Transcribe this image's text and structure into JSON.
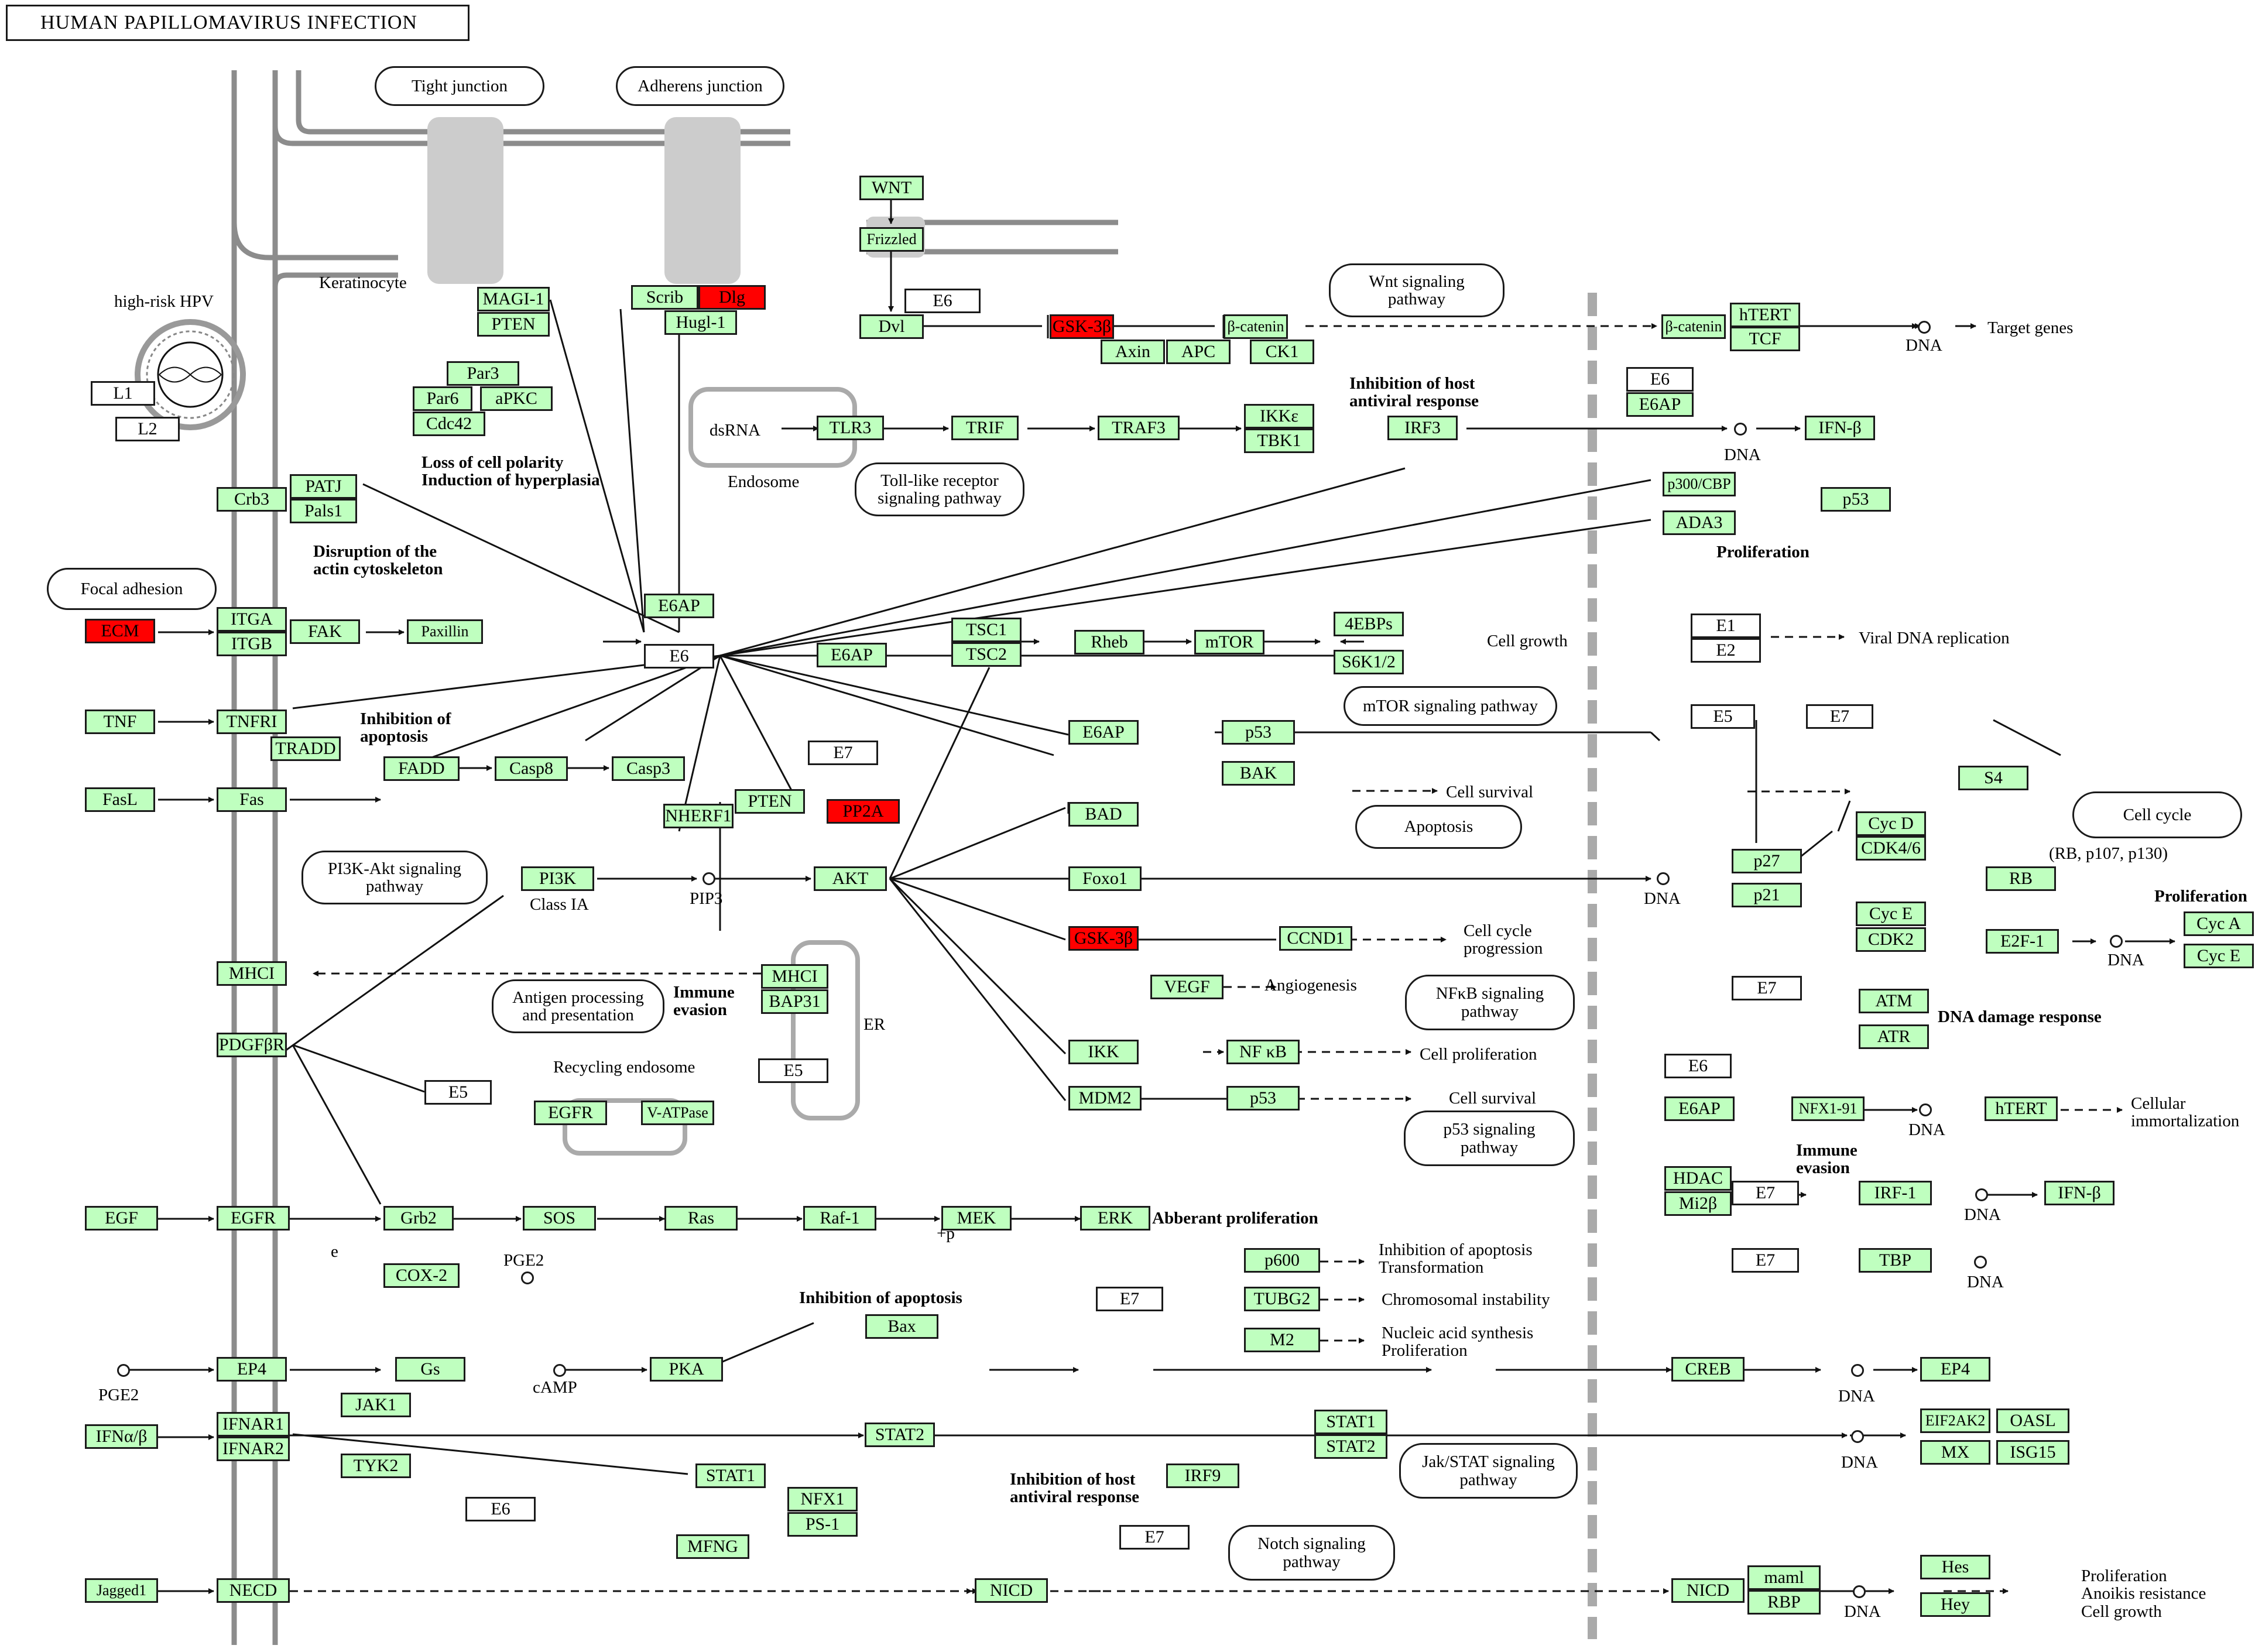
{
  "title": "HUMAN PAPILLOMAVIRUS INFECTION",
  "nodes": [
    {
      "id": "WNT",
      "label": "WNT",
      "color": "green"
    },
    {
      "id": "Frizzled",
      "label": "Frizzled",
      "color": "green"
    },
    {
      "id": "MAGI1",
      "label": "MAGI-1",
      "color": "green"
    },
    {
      "id": "PTEN1",
      "label": "PTEN",
      "color": "green"
    },
    {
      "id": "Scrib",
      "label": "Scrib",
      "color": "green"
    },
    {
      "id": "Dlg",
      "label": "Dlg",
      "color": "red"
    },
    {
      "id": "Hugl1",
      "label": "Hugl-1",
      "color": "green"
    },
    {
      "id": "Dvl",
      "label": "Dvl",
      "color": "green"
    },
    {
      "id": "E6a",
      "label": "E6",
      "color": "white"
    },
    {
      "id": "GSK3b1",
      "label": "GSK-3β",
      "color": "red"
    },
    {
      "id": "Axin",
      "label": "Axin",
      "color": "green"
    },
    {
      "id": "APC",
      "label": "APC",
      "color": "green"
    },
    {
      "id": "bcat1",
      "label": "β-catenin",
      "color": "green"
    },
    {
      "id": "CK1",
      "label": "CK1",
      "color": "green"
    },
    {
      "id": "bcat2",
      "label": "β-catenin",
      "color": "green"
    },
    {
      "id": "hTERT1",
      "label": "hTERT",
      "color": "green"
    },
    {
      "id": "TCF",
      "label": "TCF",
      "color": "green"
    },
    {
      "id": "E6b",
      "label": "E6",
      "color": "white"
    },
    {
      "id": "E6AP1",
      "label": "E6AP",
      "color": "green"
    },
    {
      "id": "Par3",
      "label": "Par3",
      "color": "green"
    },
    {
      "id": "Par6",
      "label": "Par6",
      "color": "green"
    },
    {
      "id": "aPKC",
      "label": "aPKC",
      "color": "green"
    },
    {
      "id": "Cdc42",
      "label": "Cdc42",
      "color": "green"
    },
    {
      "id": "L1",
      "label": "L1",
      "color": "white"
    },
    {
      "id": "L2",
      "label": "L2",
      "color": "white"
    },
    {
      "id": "TLR3",
      "label": "TLR3",
      "color": "green"
    },
    {
      "id": "TRIF",
      "label": "TRIF",
      "color": "green"
    },
    {
      "id": "TRAF3",
      "label": "TRAF3",
      "color": "green"
    },
    {
      "id": "IKKe",
      "label": "IKKε",
      "color": "green"
    },
    {
      "id": "TBK1",
      "label": "TBK1",
      "color": "green"
    },
    {
      "id": "IRF3",
      "label": "IRF3",
      "color": "green"
    },
    {
      "id": "IFNb1",
      "label": "IFN-β",
      "color": "green"
    },
    {
      "id": "Crb3",
      "label": "Crb3",
      "color": "green"
    },
    {
      "id": "PATJ",
      "label": "PATJ",
      "color": "green"
    },
    {
      "id": "Pals1",
      "label": "Pals1",
      "color": "green"
    },
    {
      "id": "p300",
      "label": "p300/CBP",
      "color": "green"
    },
    {
      "id": "ADA3",
      "label": "ADA3",
      "color": "green"
    },
    {
      "id": "p53a",
      "label": "p53",
      "color": "green"
    },
    {
      "id": "E6AP2",
      "label": "E6AP",
      "color": "green"
    },
    {
      "id": "ECM",
      "label": "ECM",
      "color": "red"
    },
    {
      "id": "ITGA",
      "label": "ITGA",
      "color": "green"
    },
    {
      "id": "ITGB",
      "label": "ITGB",
      "color": "green"
    },
    {
      "id": "FAK",
      "label": "FAK",
      "color": "green"
    },
    {
      "id": "Paxillin",
      "label": "Paxillin",
      "color": "green"
    },
    {
      "id": "E6c",
      "label": "E6",
      "color": "white"
    },
    {
      "id": "E6AP3",
      "label": "E6AP",
      "color": "green"
    },
    {
      "id": "TSC1",
      "label": "TSC1",
      "color": "green"
    },
    {
      "id": "TSC2",
      "label": "TSC2",
      "color": "green"
    },
    {
      "id": "Rheb",
      "label": "Rheb",
      "color": "green"
    },
    {
      "id": "mTOR",
      "label": "mTOR",
      "color": "green"
    },
    {
      "id": "4EBPs",
      "label": "4EBPs",
      "color": "green"
    },
    {
      "id": "S6K",
      "label": "S6K1/2",
      "color": "green"
    },
    {
      "id": "E1",
      "label": "E1",
      "color": "white"
    },
    {
      "id": "E2",
      "label": "E2",
      "color": "white"
    },
    {
      "id": "TNF",
      "label": "TNF",
      "color": "green"
    },
    {
      "id": "TNFR1",
      "label": "TNFRI",
      "color": "green"
    },
    {
      "id": "TRADD",
      "label": "TRADD",
      "color": "green"
    },
    {
      "id": "FADD",
      "label": "FADD",
      "color": "green"
    },
    {
      "id": "Casp8",
      "label": "Casp8",
      "color": "green"
    },
    {
      "id": "Casp3",
      "label": "Casp3",
      "color": "green"
    },
    {
      "id": "E6AP4",
      "label": "E6AP",
      "color": "green"
    },
    {
      "id": "p53b",
      "label": "p53",
      "color": "green"
    },
    {
      "id": "BAK",
      "label": "BAK",
      "color": "green"
    },
    {
      "id": "E5a",
      "label": "E5",
      "color": "white"
    },
    {
      "id": "E7a",
      "label": "E7",
      "color": "white"
    },
    {
      "id": "S4",
      "label": "S4",
      "color": "green"
    },
    {
      "id": "FasL",
      "label": "FasL",
      "color": "green"
    },
    {
      "id": "Fas",
      "label": "Fas",
      "color": "green"
    },
    {
      "id": "NHERF1",
      "label": "NHERF1",
      "color": "green"
    },
    {
      "id": "PTEN2",
      "label": "PTEN",
      "color": "green"
    },
    {
      "id": "E7b",
      "label": "E7",
      "color": "white"
    },
    {
      "id": "PP2A",
      "label": "PP2A",
      "color": "red"
    },
    {
      "id": "BAD",
      "label": "BAD",
      "color": "green"
    },
    {
      "id": "CycD",
      "label": "Cyc D",
      "color": "green"
    },
    {
      "id": "CDK46",
      "label": "CDK4/6",
      "color": "green"
    },
    {
      "id": "p27",
      "label": "p27",
      "color": "green"
    },
    {
      "id": "RB",
      "label": "RB",
      "color": "green"
    },
    {
      "id": "PI3K",
      "label": "PI3K",
      "color": "green"
    },
    {
      "id": "AKT",
      "label": "AKT",
      "color": "green"
    },
    {
      "id": "Foxo1",
      "label": "Foxo1",
      "color": "green"
    },
    {
      "id": "p21",
      "label": "p21",
      "color": "green"
    },
    {
      "id": "CycE",
      "label": "Cyc E",
      "color": "green"
    },
    {
      "id": "CDK2",
      "label": "CDK2",
      "color": "green"
    },
    {
      "id": "E2F1",
      "label": "E2F-1",
      "color": "green"
    },
    {
      "id": "CycA",
      "label": "Cyc A",
      "color": "green"
    },
    {
      "id": "CycE2",
      "label": "Cyc E",
      "color": "green"
    },
    {
      "id": "GSK3b2",
      "label": "GSK-3β",
      "color": "red"
    },
    {
      "id": "CCND1",
      "label": "CCND1",
      "color": "green"
    },
    {
      "id": "MHCI1",
      "label": "MHCI",
      "color": "green"
    },
    {
      "id": "MHCI2",
      "label": "MHCI",
      "color": "green"
    },
    {
      "id": "BAP31",
      "label": "BAP31",
      "color": "green"
    },
    {
      "id": "VEGF",
      "label": "VEGF",
      "color": "green"
    },
    {
      "id": "E7c",
      "label": "E7",
      "color": "white"
    },
    {
      "id": "ATM",
      "label": "ATM",
      "color": "green"
    },
    {
      "id": "ATR",
      "label": "ATR",
      "color": "green"
    },
    {
      "id": "PDGFbR",
      "label": "PDGFβR",
      "color": "green"
    },
    {
      "id": "E5b",
      "label": "E5",
      "color": "white"
    },
    {
      "id": "IKK",
      "label": "IKK",
      "color": "green"
    },
    {
      "id": "NFkB",
      "label": "NF κB",
      "color": "green"
    },
    {
      "id": "E5c",
      "label": "E5",
      "color": "white"
    },
    {
      "id": "E6d",
      "label": "E6",
      "color": "white"
    },
    {
      "id": "E6AP5",
      "label": "E6AP",
      "color": "green"
    },
    {
      "id": "NFX191",
      "label": "NFX1-91",
      "color": "green"
    },
    {
      "id": "hTERT2",
      "label": "hTERT",
      "color": "green"
    },
    {
      "id": "EGFR1",
      "label": "EGFR",
      "color": "green"
    },
    {
      "id": "VATPase",
      "label": "V-ATPase",
      "color": "green"
    },
    {
      "id": "MDM2",
      "label": "MDM2",
      "color": "green"
    },
    {
      "id": "p53c",
      "label": "p53",
      "color": "green"
    },
    {
      "id": "HDAC",
      "label": "HDAC",
      "color": "green"
    },
    {
      "id": "Mi2b",
      "label": "Mi2β",
      "color": "green"
    },
    {
      "id": "E7d",
      "label": "E7",
      "color": "white"
    },
    {
      "id": "IRF1",
      "label": "IRF-1",
      "color": "green"
    },
    {
      "id": "IFNb2",
      "label": "IFN-β",
      "color": "green"
    },
    {
      "id": "EGF",
      "label": "EGF",
      "color": "green"
    },
    {
      "id": "EGFR2",
      "label": "EGFR",
      "color": "green"
    },
    {
      "id": "Grb2",
      "label": "Grb2",
      "color": "green"
    },
    {
      "id": "SOS",
      "label": "SOS",
      "color": "green"
    },
    {
      "id": "Ras",
      "label": "Ras",
      "color": "green"
    },
    {
      "id": "Raf1",
      "label": "Raf-1",
      "color": "green"
    },
    {
      "id": "MEK",
      "label": "MEK",
      "color": "green"
    },
    {
      "id": "ERK",
      "label": "ERK",
      "color": "green"
    },
    {
      "id": "E7e",
      "label": "E7",
      "color": "white"
    },
    {
      "id": "TBP",
      "label": "TBP",
      "color": "green"
    },
    {
      "id": "COX2",
      "label": "COX-2",
      "color": "green"
    },
    {
      "id": "p600",
      "label": "p600",
      "color": "green"
    },
    {
      "id": "E7f",
      "label": "E7",
      "color": "white"
    },
    {
      "id": "TUBG2",
      "label": "TUBG2",
      "color": "green"
    },
    {
      "id": "M2",
      "label": "M2",
      "color": "green"
    },
    {
      "id": "Bax",
      "label": "Bax",
      "color": "green"
    },
    {
      "id": "EP4a",
      "label": "EP4",
      "color": "green"
    },
    {
      "id": "Gs",
      "label": "Gs",
      "color": "green"
    },
    {
      "id": "PKA",
      "label": "PKA",
      "color": "green"
    },
    {
      "id": "CREB",
      "label": "CREB",
      "color": "green"
    },
    {
      "id": "EP4b",
      "label": "EP4",
      "color": "green"
    },
    {
      "id": "JAK1",
      "label": "JAK1",
      "color": "green"
    },
    {
      "id": "IFNab",
      "label": "IFNα/β",
      "color": "green"
    },
    {
      "id": "IFNAR1",
      "label": "IFNAR1",
      "color": "green"
    },
    {
      "id": "IFNAR2",
      "label": "IFNAR2",
      "color": "green"
    },
    {
      "id": "STAT2a",
      "label": "STAT2",
      "color": "green"
    },
    {
      "id": "STAT1a",
      "label": "STAT1",
      "color": "green"
    },
    {
      "id": "STAT2b",
      "label": "STAT2",
      "color": "green"
    },
    {
      "id": "EIF2AK2",
      "label": "EIF2AK2",
      "color": "green"
    },
    {
      "id": "OASL",
      "label": "OASL",
      "color": "green"
    },
    {
      "id": "MX",
      "label": "MX",
      "color": "green"
    },
    {
      "id": "ISG15",
      "label": "ISG15",
      "color": "green"
    },
    {
      "id": "TYK2",
      "label": "TYK2",
      "color": "green"
    },
    {
      "id": "E6e",
      "label": "E6",
      "color": "white"
    },
    {
      "id": "STAT1b",
      "label": "STAT1",
      "color": "green"
    },
    {
      "id": "NFX1",
      "label": "NFX1",
      "color": "green"
    },
    {
      "id": "PS1",
      "label": "PS-1",
      "color": "green"
    },
    {
      "id": "IRF9",
      "label": "IRF9",
      "color": "green"
    },
    {
      "id": "E7g",
      "label": "E7",
      "color": "white"
    },
    {
      "id": "MFNG",
      "label": "MFNG",
      "color": "green"
    },
    {
      "id": "Jagged1",
      "label": "Jagged1",
      "color": "green"
    },
    {
      "id": "NECD",
      "label": "NECD",
      "color": "green"
    },
    {
      "id": "NICD1",
      "label": "NICD",
      "color": "green"
    },
    {
      "id": "NICD2",
      "label": "NICD",
      "color": "green"
    },
    {
      "id": "maml",
      "label": "maml",
      "color": "green"
    },
    {
      "id": "RBP",
      "label": "RBP",
      "color": "green"
    },
    {
      "id": "Hes",
      "label": "Hes",
      "color": "green"
    },
    {
      "id": "Hey",
      "label": "Hey",
      "color": "green"
    }
  ],
  "pathways": [
    {
      "id": "tight",
      "label": "Tight junction"
    },
    {
      "id": "adherens",
      "label": "Adherens junction"
    },
    {
      "id": "wnt",
      "label": "Wnt signaling\npathway"
    },
    {
      "id": "toll",
      "label": "Toll-like receptor\nsignaling pathway"
    },
    {
      "id": "focal",
      "label": "Focal adhesion"
    },
    {
      "id": "mtor",
      "label": "mTOR signaling pathway"
    },
    {
      "id": "apoptosis",
      "label": "Apoptosis"
    },
    {
      "id": "cellcycle",
      "label": "Cell cycle"
    },
    {
      "id": "pi3k",
      "label": "PI3K-Akt signaling\npathway"
    },
    {
      "id": "antigen",
      "label": "Antigen processing\nand presentation"
    },
    {
      "id": "nfkb",
      "label": "NFκB signaling\npathway"
    },
    {
      "id": "p53sig",
      "label": "p53 signaling\npathway"
    },
    {
      "id": "jakstat",
      "label": "Jak/STAT signaling\npathway"
    },
    {
      "id": "notch",
      "label": "Notch signaling\npathway"
    }
  ],
  "labels": [
    {
      "id": "hpv",
      "text": "high-risk HPV",
      "bold": false
    },
    {
      "id": "keratinocyte",
      "text": "Keratinocyte",
      "bold": false
    },
    {
      "id": "polarity",
      "text": "Loss of cell polarity\nInduction of hyperplasia",
      "bold": true
    },
    {
      "id": "dsrna",
      "text": "dsRNA",
      "bold": false
    },
    {
      "id": "endosome",
      "text": "Endosome",
      "bold": false
    },
    {
      "id": "inhibhost1",
      "text": "Inhibition of host\nantiviral response",
      "bold": true
    },
    {
      "id": "dna1",
      "text": "DNA",
      "bold": false
    },
    {
      "id": "dna2",
      "text": "DNA",
      "bold": false
    },
    {
      "id": "target",
      "text": "Target genes",
      "bold": false
    },
    {
      "id": "disrupt",
      "text": "Disruption of the\nactin cytoskeleton",
      "bold": true
    },
    {
      "id": "prolif1",
      "text": "Proliferation",
      "bold": true
    },
    {
      "id": "cellgrowth",
      "text": "Cell growth",
      "bold": false
    },
    {
      "id": "viraldna",
      "text": "Viral DNA replication",
      "bold": false
    },
    {
      "id": "inhibapop1",
      "text": "Inhibition of\napoptosis",
      "bold": true
    },
    {
      "id": "cellsurv1",
      "text": "Cell survival",
      "bold": false
    },
    {
      "id": "rbfam",
      "text": "(RB, p107, p130)",
      "bold": false
    },
    {
      "id": "prolif2",
      "text": "Proliferation",
      "bold": true
    },
    {
      "id": "classia",
      "text": "Class IA",
      "bold": false
    },
    {
      "id": "pip3",
      "text": "PIP3",
      "bold": false
    },
    {
      "id": "dna3",
      "text": "DNA",
      "bold": false
    },
    {
      "id": "dna4",
      "text": "DNA",
      "bold": false
    },
    {
      "id": "cellcycprog",
      "text": "Cell cycle\nprogression",
      "bold": false
    },
    {
      "id": "immunev1",
      "text": "Immune\nevasion",
      "bold": true
    },
    {
      "id": "er",
      "text": "ER",
      "bold": false
    },
    {
      "id": "angio",
      "text": "Angiogenesis",
      "bold": false
    },
    {
      "id": "dnadmg",
      "text": "DNA damage response",
      "bold": true
    },
    {
      "id": "recycling",
      "text": "Recycling endosome",
      "bold": false
    },
    {
      "id": "cellprolif",
      "text": "Cell proliferation",
      "bold": false
    },
    {
      "id": "cellsurv2",
      "text": "Cell survival",
      "bold": false
    },
    {
      "id": "dna5",
      "text": "DNA",
      "bold": false
    },
    {
      "id": "cellimm",
      "text": "Cellular\nimmortalization",
      "bold": false
    },
    {
      "id": "immunev2",
      "text": "Immune\nevasion",
      "bold": true
    },
    {
      "id": "dna6",
      "text": "DNA",
      "bold": false
    },
    {
      "id": "aberrant",
      "text": "Abberant proliferation",
      "bold": true
    },
    {
      "id": "dna7",
      "text": "DNA",
      "bold": false
    },
    {
      "id": "pge2a",
      "text": "PGE2",
      "bold": false
    },
    {
      "id": "inhibapop2",
      "text": "Inhibition of apoptosis\nTransformation",
      "bold": false
    },
    {
      "id": "chromo",
      "text": "Chromosomal instability",
      "bold": false
    },
    {
      "id": "nucleic",
      "text": "Nucleic acid synthesis\nProliferation",
      "bold": false
    },
    {
      "id": "inhibapop3",
      "text": "Inhibition of apoptosis",
      "bold": true
    },
    {
      "id": "pge2b",
      "text": "PGE2",
      "bold": false
    },
    {
      "id": "camp",
      "text": "cAMP",
      "bold": false
    },
    {
      "id": "dna8",
      "text": "DNA",
      "bold": false
    },
    {
      "id": "dna9",
      "text": "DNA",
      "bold": false
    },
    {
      "id": "inhibhost2",
      "text": "Inhibition of host\nantiviral response",
      "bold": true
    },
    {
      "id": "dna10",
      "text": "DNA",
      "bold": false
    },
    {
      "id": "prolif3",
      "text": "Proliferation\nAnoikis resistance\nCell growth",
      "bold": false
    },
    {
      "id": "plusp",
      "text": "+p",
      "bold": false
    },
    {
      "id": "e_ann",
      "text": "e",
      "bold": false
    }
  ]
}
